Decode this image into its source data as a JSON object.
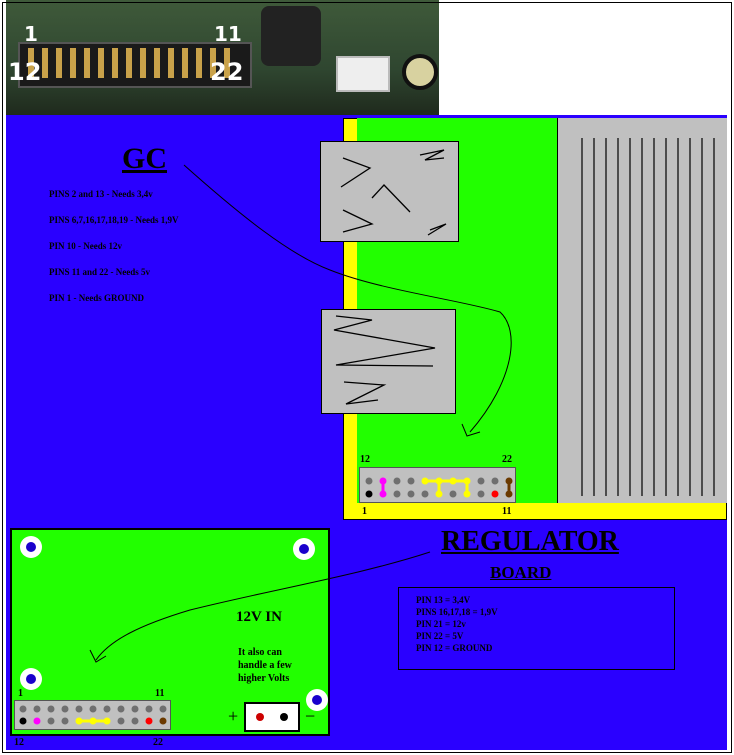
{
  "photo": {
    "pin_1": "1",
    "pin_11": "11",
    "pin_12": "12",
    "pin_22": "22"
  },
  "gc": {
    "title": "GC",
    "notes": [
      "PINS 2 and 13  - Needs 3,4v",
      "PINS 6,7,16,17,18,19 - Needs 1,9V",
      "PIN 10 - Needs 12v",
      "PINS 11 and 22 - Needs 5v",
      "PIN 1 - Needs GROUND"
    ],
    "header": {
      "pin_12": "12",
      "pin_22": "22",
      "pin_1": "1",
      "pin_11": "11"
    }
  },
  "regulator": {
    "title": "REGULATOR",
    "subtitle": "BOARD",
    "notes": [
      "PIN 13 = 3,4V",
      "PINS 16,17,18 = 1,9V",
      "PIN 21 = 12v",
      "PIN 22 = 5V",
      "PIN 12 = GROUND"
    ],
    "power_label": "12V IN",
    "power_note": [
      "It also can",
      "handle a few",
      "higher Volts"
    ],
    "plus": "+",
    "minus": "−",
    "header": {
      "pin_1": "1",
      "pin_11": "11",
      "pin_12": "12",
      "pin_22": "22"
    }
  },
  "colors": {
    "background_blue": "#2a00ff",
    "board_green": "#22ff00",
    "trace_yellow": "#ffff00",
    "case_gray": "#c0c0c0",
    "pin_magenta": "#ff00ff",
    "pin_red": "#ff0000",
    "pin_brown": "#6b3a00"
  }
}
